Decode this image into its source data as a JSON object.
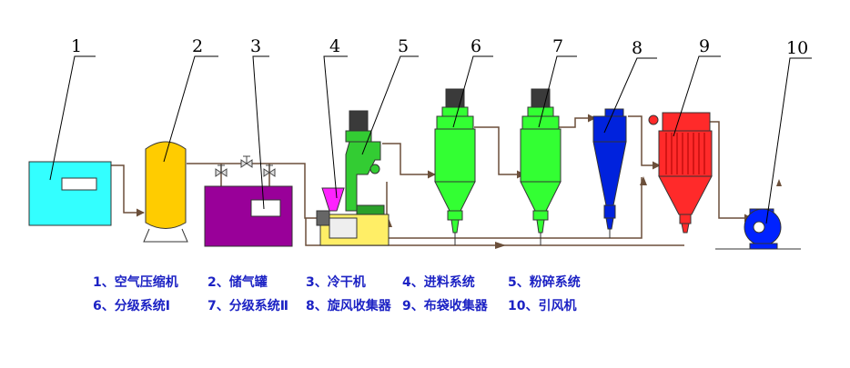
{
  "callouts": [
    "1",
    "2",
    "3",
    "4",
    "5",
    "6",
    "7",
    "8",
    "9",
    "10"
  ],
  "legend": [
    [
      "1、空气压缩机",
      "2、储气罐",
      "3、冷干机",
      "4、进料系统",
      "5、粉碎系统"
    ],
    [
      "6、分级系统Ⅰ",
      "7、分级系统Ⅱ",
      "8、旋风收集器",
      "9、布袋收集器",
      "10、引风机"
    ]
  ],
  "colors": {
    "compressor": "#33ffff",
    "tank": "#ffcc00",
    "dryer": "#990099",
    "mill": "#33cc33",
    "classifier": "#33ff33",
    "cyclone": "#0022dd",
    "bag_filter": "#ff2a2a",
    "fan": "#0022ff",
    "feeder": "#ff22ff",
    "pipe": "#6b4f3a",
    "legend_text": "#1c22c4"
  }
}
